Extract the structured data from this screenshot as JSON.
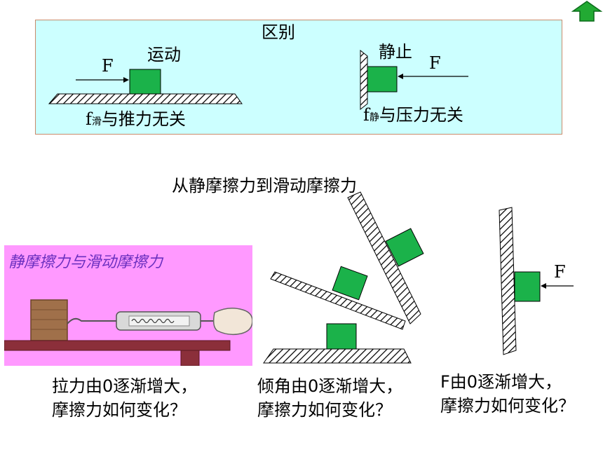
{
  "nav": {
    "up_icon": "up-arrow-icon"
  },
  "comparison": {
    "heading": "区别",
    "motion": {
      "label": "运动",
      "force_label": "F",
      "friction_symbol": "f",
      "friction_subscript": "滑",
      "friction_text": "与推力无关"
    },
    "rest": {
      "label": "静止",
      "force_label": "F",
      "friction_symbol": "f",
      "friction_subscript": "静",
      "friction_text": "与压力无关"
    }
  },
  "section_title": "从静摩擦力到滑动摩擦力",
  "experiment": {
    "caption": "静摩擦力与滑动摩擦力",
    "question_line1": "拉力由0逐渐增大，",
    "question_line2": "摩擦力如何变化？"
  },
  "incline": {
    "question_line1": "倾角由0逐渐增大，",
    "question_line2": "摩擦力如何变化？"
  },
  "wall": {
    "force_label": "F",
    "question_line1": "F由0逐渐增大，",
    "question_line2": "摩擦力如何变化？"
  },
  "colors": {
    "block": "#1bb24a",
    "panel": "#ccffff",
    "photo_bg": "#ff99ff",
    "nav_icon": "#22aa33"
  }
}
